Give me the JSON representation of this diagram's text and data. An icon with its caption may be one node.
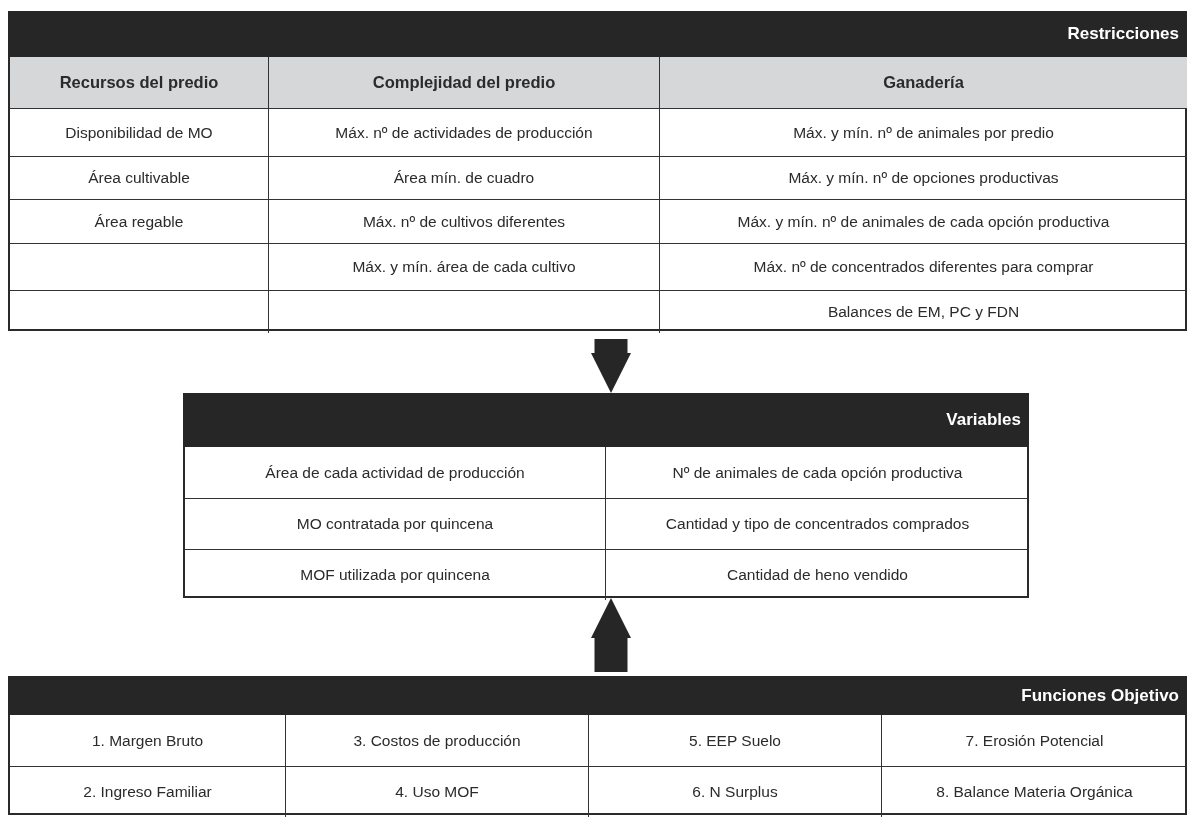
{
  "diagram": {
    "nodes": [
      {
        "text": [
          "Restricciones"
        ]
      },
      {
        "text": [
          "Recursos del predio"
        ],
        "in": 0
      },
      {
        "text": [
          "Complejidad del predio"
        ],
        "in": 0
      },
      {
        "text": [
          "Ganadería"
        ],
        "in": 0
      },
      {
        "text": [
          "Disponibilidad de MO"
        ],
        "in": 0
      },
      {
        "text": [
          "Máx. nº de actividades de producción"
        ],
        "in": 0
      },
      {
        "text": [
          "Máx. y mín. nº de animales por predio"
        ],
        "in": 0
      },
      {
        "text": [
          "Área cultivable"
        ],
        "in": 0
      },
      {
        "text": [
          "Área mín. de cuadro"
        ],
        "in": 0
      },
      {
        "text": [
          "Máx. y mín. nº de opciones productivas"
        ],
        "in": 0
      },
      {
        "text": [
          "Área regable"
        ],
        "in": 0
      },
      {
        "text": [
          "Máx. nº de cultivos diferentes"
        ],
        "in": 0
      },
      {
        "text": [
          "Máx. y mín. nº de animales de cada opción productiva"
        ],
        "in": 0
      },
      {
        "text": [],
        "shape": "box",
        "in": 0
      },
      {
        "text": [
          "Máx. y mín. área de cada cultivo"
        ],
        "in": 0
      },
      {
        "text": [
          "Máx. nº de concentrados diferentes para comprar"
        ],
        "in": 0
      },
      {
        "text": [],
        "shape": "box",
        "in": 0
      },
      {
        "text": [],
        "shape": "box",
        "in": 0
      },
      {
        "text": [
          "Balances de EM, PC y FDN"
        ],
        "in": 0
      },
      {
        "text": [
          "Variables"
        ]
      },
      {
        "text": [
          "Área de cada actividad de producción"
        ],
        "in": 19
      },
      {
        "text": [
          "Nº de animales de cada opción productiva"
        ],
        "in": 19
      },
      {
        "text": [
          "MO contratada por quincena"
        ],
        "in": 19
      },
      {
        "text": [
          "Cantidad y tipo de concentrados comprados"
        ],
        "in": 19
      },
      {
        "text": [
          "MOF utilizada por quincena"
        ],
        "in": 19
      },
      {
        "text": [
          "Cantidad de heno vendido"
        ],
        "in": 19
      },
      {
        "text": [
          "Funciones Objetivo"
        ]
      },
      {
        "text": [
          "1. Margen Bruto"
        ],
        "in": 26
      },
      {
        "text": [
          "3. Costos de producción"
        ],
        "in": 26
      },
      {
        "text": [
          "5. EEP Suelo"
        ],
        "in": 26
      },
      {
        "text": [
          "7. Erosión Potencial"
        ],
        "in": 26
      },
      {
        "text": [
          "2. Ingreso Familiar"
        ],
        "in": 26
      },
      {
        "text": [
          "4. Uso MOF"
        ],
        "in": 26
      },
      {
        "text": [
          "6. N Surplus"
        ],
        "in": 26
      },
      {
        "text": [
          "8. Balance Materia Orgánica"
        ],
        "in": 26
      }
    ],
    "edges": [
      {
        "from": 0,
        "to": 19,
        "arrow": "to"
      },
      {
        "from": 26,
        "to": 19,
        "arrow": "to"
      }
    ]
  }
}
